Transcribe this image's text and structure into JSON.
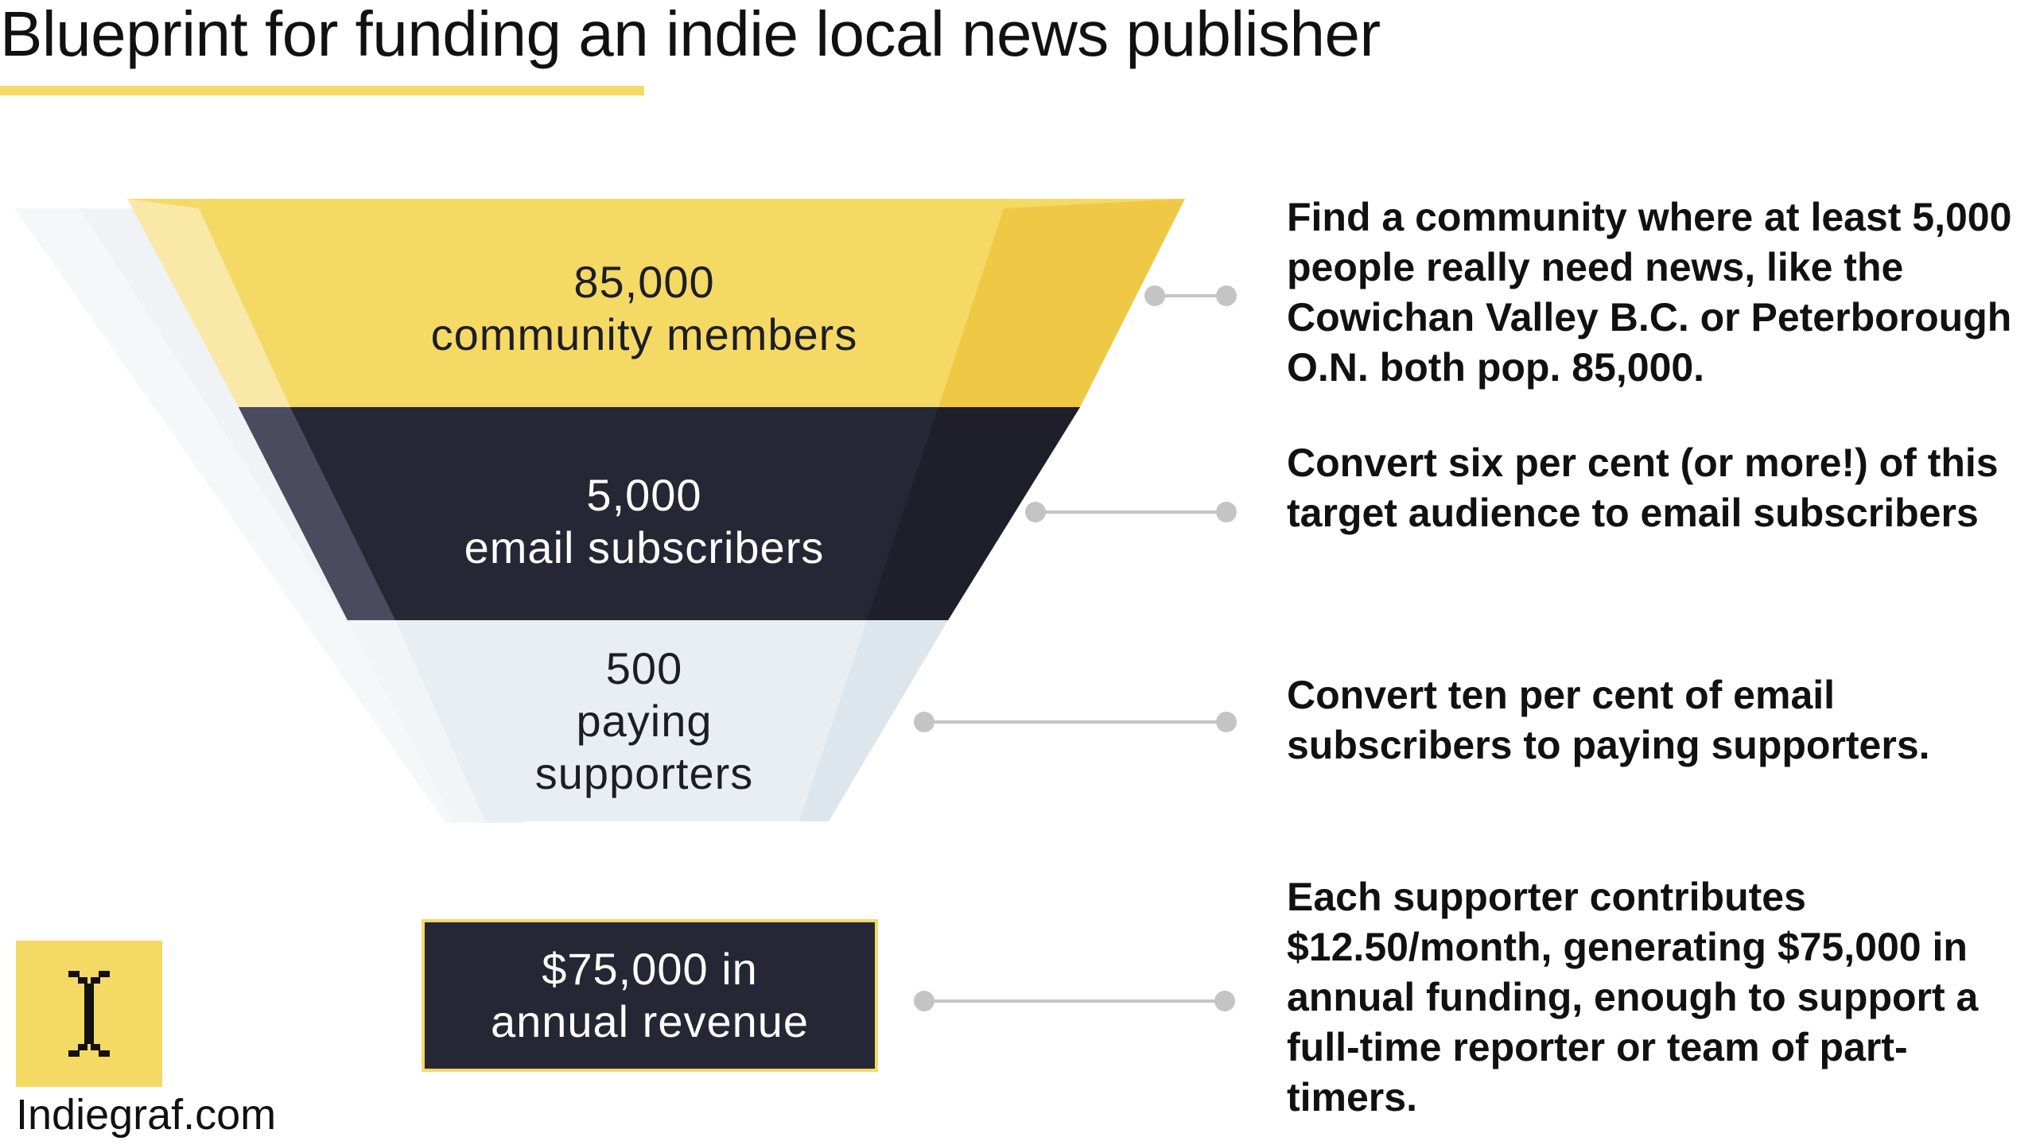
{
  "title": "Blueprint for funding an indie local news publisher",
  "colors": {
    "accent_yellow": "#f5d965",
    "dark_navy": "#262735",
    "light_blue": "#e8eef2",
    "connector_grey": "#c4c4c4"
  },
  "funnel": {
    "stages": [
      {
        "number": "85,000",
        "label": "community members"
      },
      {
        "number": "5,000",
        "label": "email subscribers"
      },
      {
        "number": "500",
        "label_line1": "paying",
        "label_line2": "supporters"
      }
    ]
  },
  "revenue": {
    "line1": "$75,000 in",
    "line2": "annual revenue"
  },
  "descriptions": [
    "Find a community where at least 5,000 people really need news, like the Cowichan Valley B.C. or Peterborough O.N. both pop. 85,000.",
    "Convert six per cent (or more!) of this target audience to email subscribers",
    "Convert ten per cent of email subscribers to paying supporters.",
    "Each supporter contributes $12.50/month, generating $75,000 in annual funding, enough to support a full-time reporter or team of part-timers."
  ],
  "brand": {
    "logo_icon": "cursor-i-icon",
    "site": "Indiegraf.com"
  }
}
